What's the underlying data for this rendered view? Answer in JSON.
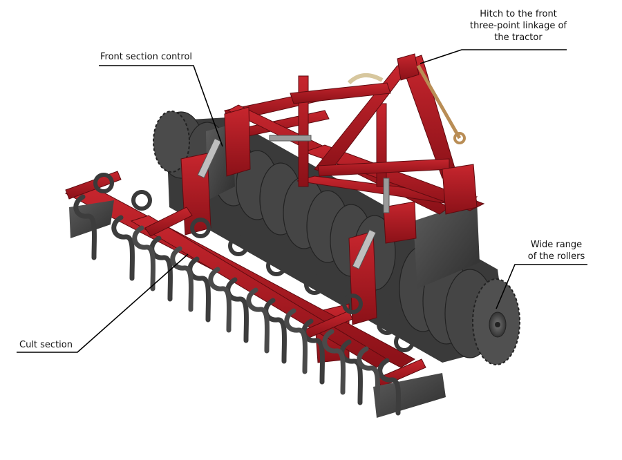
{
  "colors": {
    "frame_red": "#a3161e",
    "frame_red_light": "#c4232b",
    "frame_red_dark": "#6e0d12",
    "steel_dark": "#3b3b3b",
    "steel_mid": "#5a5a5a",
    "leader_line": "#000000"
  },
  "labels": {
    "hitch": [
      "Hitch to the front",
      "three-point linkage of",
      "the tractor"
    ],
    "front_section_control": "Front section control",
    "wide_range": [
      "Wide range",
      "of the rollers"
    ],
    "cult_section": "Cult section"
  },
  "components": [
    "three-point-hitch-frame",
    "roller-packer",
    "cultivator-tine-section",
    "front-section-control-spring"
  ]
}
